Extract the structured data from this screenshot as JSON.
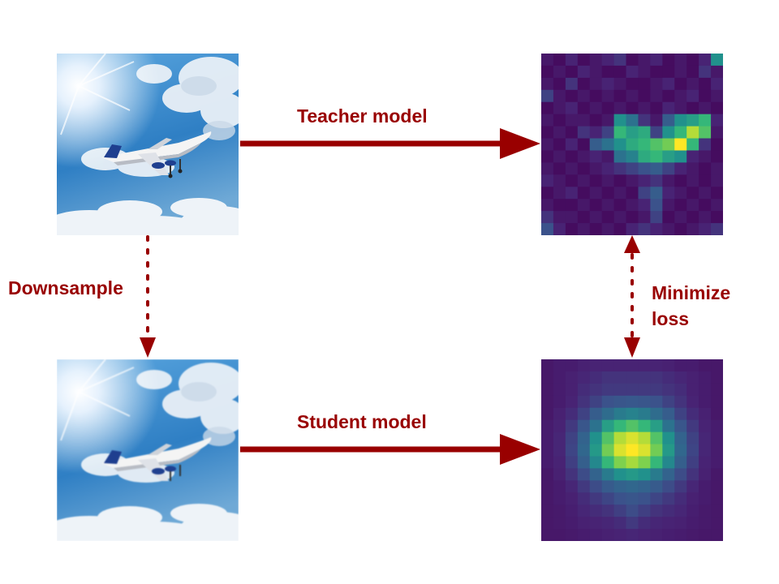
{
  "labels": {
    "teacher": "Teacher model",
    "student": "Student model",
    "downsample": "Downsample",
    "minimize_line1": "Minimize",
    "minimize_line2": "loss"
  },
  "colors": {
    "accent": "#990000",
    "sky": "#3f8fd0"
  },
  "heatmaps": {
    "teacher_grid": [
      [
        0.1,
        0.05,
        0.15,
        0.05,
        0.1,
        0.15,
        0.2,
        0.05,
        0.1,
        0.15,
        0.05,
        0.1,
        0.05,
        0.15,
        0.55
      ],
      [
        0.05,
        0.1,
        0.05,
        0.15,
        0.1,
        0.05,
        0.05,
        0.15,
        0.1,
        0.05,
        0.05,
        0.1,
        0.05,
        0.2,
        0.1
      ],
      [
        0.1,
        0.05,
        0.2,
        0.05,
        0.1,
        0.15,
        0.1,
        0.05,
        0.05,
        0.1,
        0.15,
        0.05,
        0.1,
        0.05,
        0.15
      ],
      [
        0.25,
        0.1,
        0.05,
        0.1,
        0.05,
        0.1,
        0.05,
        0.1,
        0.05,
        0.1,
        0.05,
        0.1,
        0.15,
        0.05,
        0.1
      ],
      [
        0.05,
        0.1,
        0.15,
        0.05,
        0.1,
        0.05,
        0.1,
        0.05,
        0.1,
        0.05,
        0.15,
        0.1,
        0.05,
        0.1,
        0.05
      ],
      [
        0.1,
        0.05,
        0.1,
        0.1,
        0.05,
        0.1,
        0.55,
        0.45,
        0.2,
        0.1,
        0.35,
        0.55,
        0.6,
        0.7,
        0.15
      ],
      [
        0.05,
        0.1,
        0.05,
        0.2,
        0.15,
        0.25,
        0.7,
        0.6,
        0.65,
        0.25,
        0.55,
        0.7,
        0.9,
        0.75,
        0.1
      ],
      [
        0.1,
        0.05,
        0.15,
        0.05,
        0.35,
        0.45,
        0.55,
        0.65,
        0.7,
        0.75,
        0.8,
        1.0,
        0.7,
        0.2,
        0.05
      ],
      [
        0.05,
        0.1,
        0.05,
        0.1,
        0.15,
        0.1,
        0.45,
        0.5,
        0.65,
        0.7,
        0.6,
        0.55,
        0.15,
        0.1,
        0.05
      ],
      [
        0.1,
        0.05,
        0.1,
        0.05,
        0.1,
        0.15,
        0.2,
        0.25,
        0.3,
        0.35,
        0.25,
        0.15,
        0.1,
        0.05,
        0.1
      ],
      [
        0.15,
        0.1,
        0.05,
        0.1,
        0.05,
        0.1,
        0.05,
        0.1,
        0.15,
        0.2,
        0.1,
        0.05,
        0.1,
        0.05,
        0.1
      ],
      [
        0.05,
        0.1,
        0.15,
        0.05,
        0.1,
        0.05,
        0.1,
        0.05,
        0.25,
        0.35,
        0.15,
        0.1,
        0.05,
        0.1,
        0.05
      ],
      [
        0.1,
        0.05,
        0.05,
        0.1,
        0.05,
        0.1,
        0.05,
        0.1,
        0.15,
        0.3,
        0.1,
        0.05,
        0.1,
        0.05,
        0.1
      ],
      [
        0.2,
        0.1,
        0.1,
        0.05,
        0.1,
        0.05,
        0.1,
        0.05,
        0.1,
        0.25,
        0.05,
        0.1,
        0.05,
        0.1,
        0.05
      ],
      [
        0.3,
        0.15,
        0.05,
        0.1,
        0.05,
        0.1,
        0.05,
        0.15,
        0.2,
        0.15,
        0.1,
        0.05,
        0.1,
        0.15,
        0.2
      ]
    ],
    "student_grid": [
      [
        0.1,
        0.12,
        0.12,
        0.14,
        0.15,
        0.15,
        0.15,
        0.15,
        0.15,
        0.15,
        0.14,
        0.12,
        0.12,
        0.1,
        0.1
      ],
      [
        0.1,
        0.12,
        0.14,
        0.16,
        0.18,
        0.2,
        0.2,
        0.2,
        0.2,
        0.2,
        0.18,
        0.16,
        0.14,
        0.12,
        0.1
      ],
      [
        0.1,
        0.12,
        0.14,
        0.18,
        0.2,
        0.22,
        0.22,
        0.22,
        0.22,
        0.22,
        0.2,
        0.18,
        0.14,
        0.12,
        0.1
      ],
      [
        0.1,
        0.12,
        0.15,
        0.2,
        0.25,
        0.3,
        0.32,
        0.33,
        0.32,
        0.3,
        0.25,
        0.2,
        0.15,
        0.12,
        0.1
      ],
      [
        0.1,
        0.14,
        0.18,
        0.25,
        0.35,
        0.42,
        0.48,
        0.5,
        0.48,
        0.42,
        0.35,
        0.25,
        0.18,
        0.14,
        0.1
      ],
      [
        0.12,
        0.15,
        0.22,
        0.32,
        0.45,
        0.6,
        0.7,
        0.75,
        0.7,
        0.6,
        0.45,
        0.32,
        0.22,
        0.15,
        0.12
      ],
      [
        0.12,
        0.16,
        0.25,
        0.38,
        0.55,
        0.75,
        0.9,
        0.95,
        0.9,
        0.75,
        0.55,
        0.38,
        0.25,
        0.16,
        0.12
      ],
      [
        0.12,
        0.16,
        0.26,
        0.4,
        0.58,
        0.8,
        0.95,
        1.0,
        0.95,
        0.8,
        0.58,
        0.4,
        0.26,
        0.16,
        0.12
      ],
      [
        0.12,
        0.15,
        0.24,
        0.36,
        0.52,
        0.7,
        0.82,
        0.88,
        0.82,
        0.7,
        0.52,
        0.36,
        0.24,
        0.15,
        0.12
      ],
      [
        0.1,
        0.14,
        0.2,
        0.28,
        0.38,
        0.48,
        0.55,
        0.58,
        0.55,
        0.48,
        0.38,
        0.28,
        0.2,
        0.14,
        0.1
      ],
      [
        0.1,
        0.12,
        0.16,
        0.22,
        0.28,
        0.34,
        0.38,
        0.4,
        0.38,
        0.34,
        0.28,
        0.22,
        0.16,
        0.12,
        0.1
      ],
      [
        0.1,
        0.12,
        0.14,
        0.18,
        0.22,
        0.26,
        0.3,
        0.32,
        0.3,
        0.26,
        0.22,
        0.18,
        0.14,
        0.12,
        0.1
      ],
      [
        0.1,
        0.11,
        0.13,
        0.16,
        0.18,
        0.2,
        0.24,
        0.28,
        0.24,
        0.2,
        0.18,
        0.16,
        0.13,
        0.11,
        0.1
      ],
      [
        0.1,
        0.11,
        0.12,
        0.14,
        0.15,
        0.16,
        0.18,
        0.22,
        0.18,
        0.16,
        0.15,
        0.14,
        0.12,
        0.11,
        0.1
      ],
      [
        0.1,
        0.1,
        0.11,
        0.12,
        0.13,
        0.14,
        0.15,
        0.16,
        0.15,
        0.14,
        0.13,
        0.12,
        0.11,
        0.1,
        0.1
      ]
    ]
  }
}
